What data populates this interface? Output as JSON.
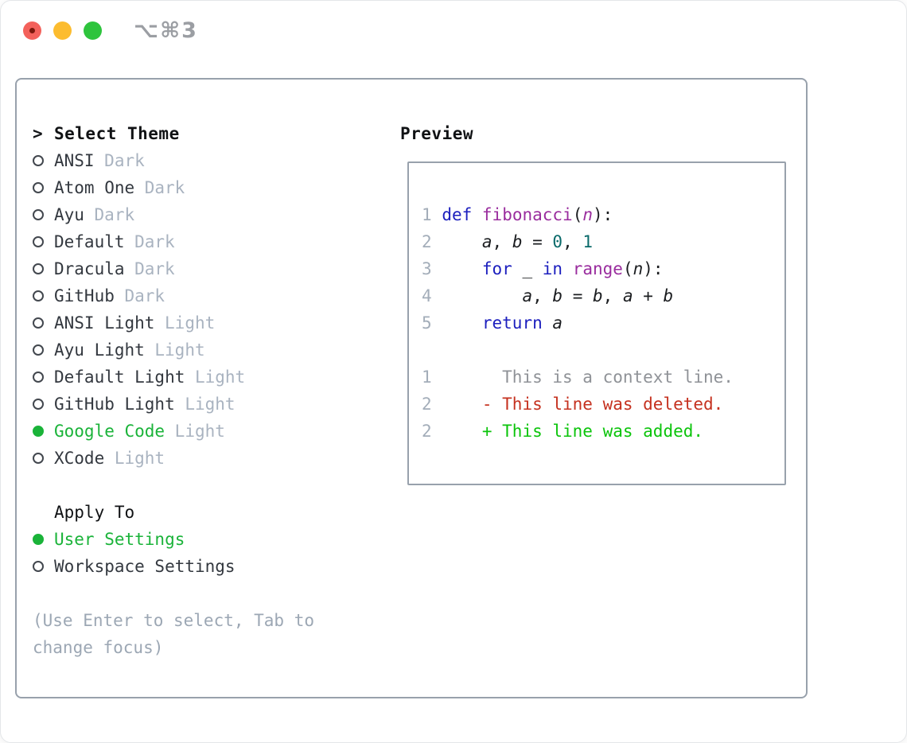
{
  "titlebar": {
    "shortcut": "⌥⌘3"
  },
  "palette": {
    "tl-red": "#f3615b",
    "tl-red-dot": "#7c180c",
    "tl-yellow": "#fcbc2f",
    "tl-green": "#2ec43d",
    "titlebar-icon": "#9b9ea3",
    "border": "#98a1ac",
    "header": "#101214",
    "name": "#33383f",
    "muted": "#a9b3c0",
    "help": "#9ca7b4",
    "radio": "#42474e",
    "green": "#1ab339",
    "kw": "#1c1fbe",
    "ti": "#9a2d9e",
    "nm": "#0a6a6a",
    "pl": "#1b1d20",
    "ln": "#a3adb9",
    "ctx": "#8f9297",
    "del": "#c5311f",
    "add": "#0bc40b"
  },
  "theme_panel": {
    "header_marker": ">",
    "header": "Select Theme",
    "items": [
      {
        "name": "ANSI",
        "variant": "Dark",
        "selected": false
      },
      {
        "name": "Atom One",
        "variant": "Dark",
        "selected": false
      },
      {
        "name": "Ayu",
        "variant": "Dark",
        "selected": false
      },
      {
        "name": "Default",
        "variant": "Dark",
        "selected": false
      },
      {
        "name": "Dracula",
        "variant": "Dark",
        "selected": false
      },
      {
        "name": "GitHub",
        "variant": "Dark",
        "selected": false
      },
      {
        "name": "ANSI Light",
        "variant": "Light",
        "selected": false
      },
      {
        "name": "Ayu Light",
        "variant": "Light",
        "selected": false
      },
      {
        "name": "Default Light",
        "variant": "Light",
        "selected": false
      },
      {
        "name": "GitHub Light",
        "variant": "Light",
        "selected": false
      },
      {
        "name": "Google Code",
        "variant": "Light",
        "selected": true
      },
      {
        "name": "XCode",
        "variant": "Light",
        "selected": false
      }
    ],
    "apply_header": "Apply To",
    "apply_items": [
      {
        "name": "User Settings",
        "selected": true
      },
      {
        "name": "Workspace Settings",
        "selected": false
      }
    ],
    "help_lines": [
      "(Use Enter to select, Tab to",
      "change focus)"
    ]
  },
  "preview": {
    "header": "Preview",
    "lines": [
      {
        "tokens": [
          [
            "ln",
            "1"
          ],
          [
            "pl",
            " "
          ],
          [
            "kw",
            "def"
          ],
          [
            "pl",
            " "
          ],
          [
            "ti",
            "fibonacci"
          ],
          [
            "pl",
            "("
          ],
          [
            "tiv",
            "n"
          ],
          [
            "pl",
            "):"
          ]
        ]
      },
      {
        "tokens": [
          [
            "ln",
            "2"
          ],
          [
            "pl",
            "     "
          ],
          [
            "var",
            "a"
          ],
          [
            "pl",
            ", "
          ],
          [
            "var",
            "b"
          ],
          [
            "pl",
            " = "
          ],
          [
            "nm",
            "0"
          ],
          [
            "pl",
            ", "
          ],
          [
            "nm",
            "1"
          ]
        ]
      },
      {
        "tokens": [
          [
            "ln",
            "3"
          ],
          [
            "pl",
            "     "
          ],
          [
            "kw",
            "for"
          ],
          [
            "pl",
            " "
          ],
          [
            "var",
            "_"
          ],
          [
            "pl",
            " "
          ],
          [
            "kw",
            "in"
          ],
          [
            "pl",
            " "
          ],
          [
            "ti",
            "range"
          ],
          [
            "pl",
            "("
          ],
          [
            "var",
            "n"
          ],
          [
            "pl",
            "):"
          ]
        ]
      },
      {
        "tokens": [
          [
            "ln",
            "4"
          ],
          [
            "pl",
            "         "
          ],
          [
            "var",
            "a"
          ],
          [
            "pl",
            ", "
          ],
          [
            "var",
            "b"
          ],
          [
            "pl",
            " = "
          ],
          [
            "var",
            "b"
          ],
          [
            "pl",
            ", "
          ],
          [
            "var",
            "a"
          ],
          [
            "pl",
            " + "
          ],
          [
            "var",
            "b"
          ]
        ]
      },
      {
        "tokens": [
          [
            "ln",
            "5"
          ],
          [
            "pl",
            "     "
          ],
          [
            "kw",
            "return"
          ],
          [
            "pl",
            " "
          ],
          [
            "var",
            "a"
          ]
        ]
      },
      {
        "tokens": []
      },
      {
        "tokens": [
          [
            "ln",
            "1"
          ],
          [
            "ctx",
            "       This is a context line."
          ]
        ]
      },
      {
        "tokens": [
          [
            "ln",
            "2"
          ],
          [
            "del",
            "     - This line was deleted."
          ]
        ]
      },
      {
        "tokens": [
          [
            "ln",
            "2"
          ],
          [
            "add",
            "     + This line was added."
          ]
        ]
      }
    ]
  }
}
